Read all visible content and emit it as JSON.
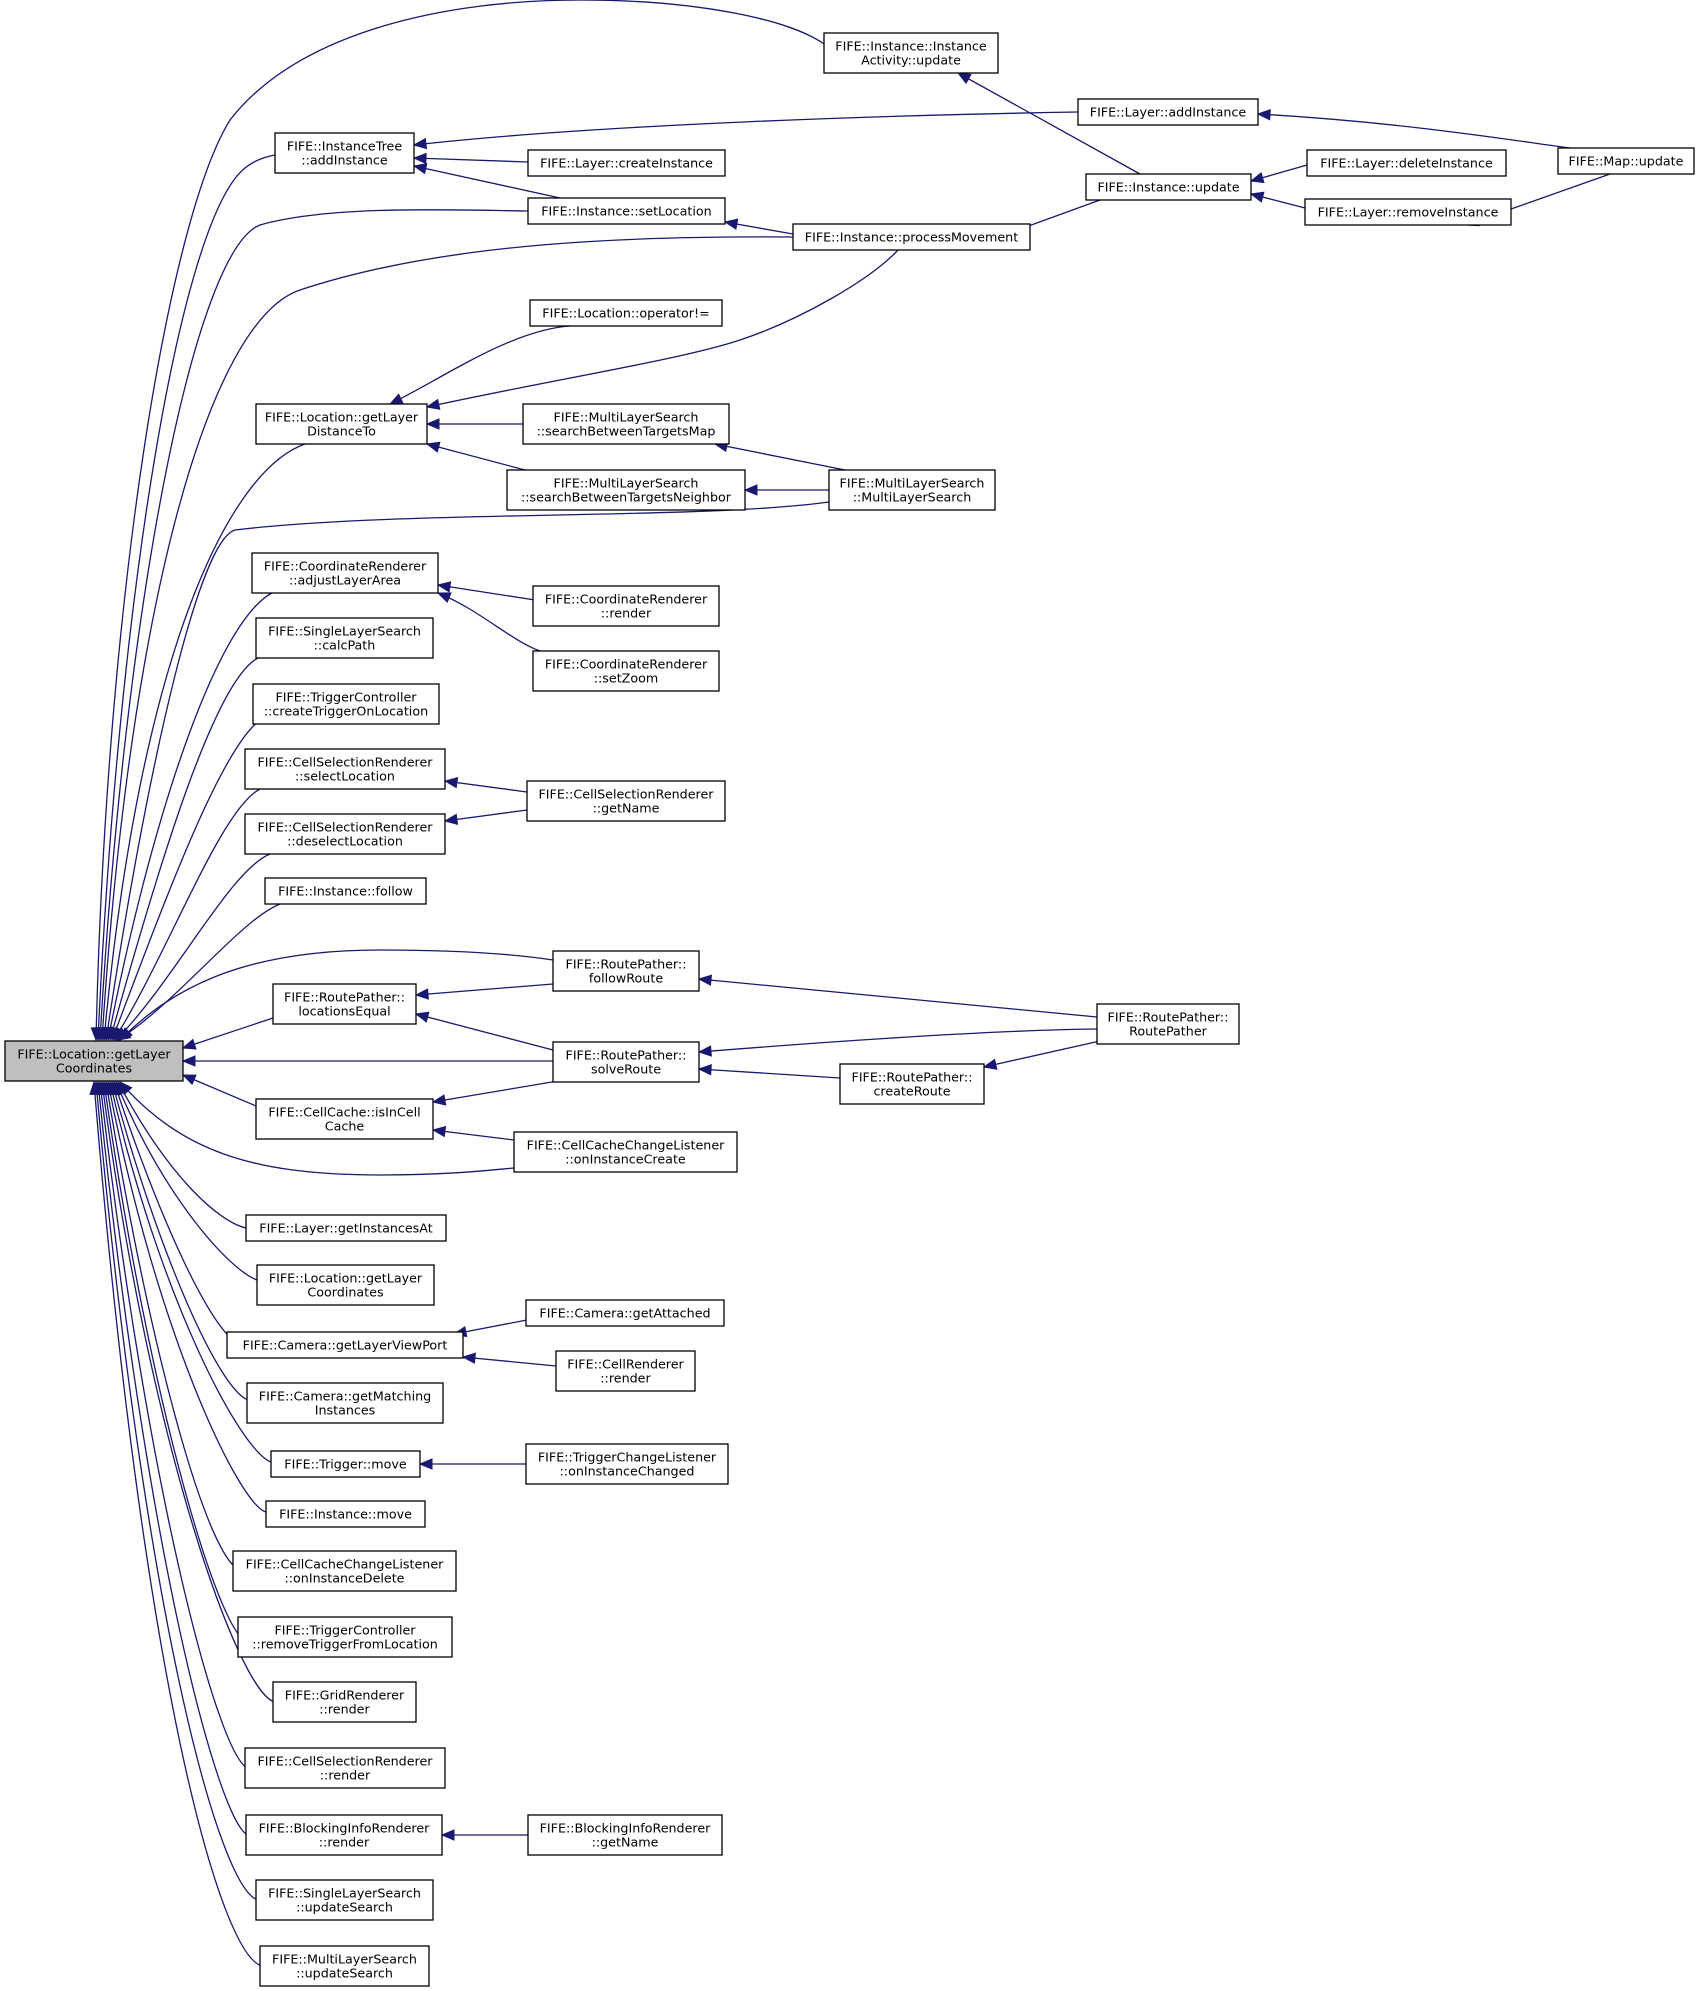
{
  "graph": {
    "edge_color": "#191970",
    "root_fill": "#bfbfbf",
    "nodes": [
      {
        "id": "root",
        "lines": [
          "FIFE::Location::getLayer",
          "Coordinates"
        ]
      },
      {
        "id": "iav_update",
        "lines": [
          "FIFE::Instance::Instance",
          "Activity::update"
        ]
      },
      {
        "id": "itree_add",
        "lines": [
          "FIFE::InstanceTree",
          "::addInstance"
        ]
      },
      {
        "id": "layer_create",
        "lines": [
          "FIFE::Layer::createInstance"
        ]
      },
      {
        "id": "layer_add",
        "lines": [
          "FIFE::Layer::addInstance"
        ]
      },
      {
        "id": "map_update",
        "lines": [
          "FIFE::Map::update"
        ]
      },
      {
        "id": "inst_update",
        "lines": [
          "FIFE::Instance::update"
        ]
      },
      {
        "id": "layer_delete",
        "lines": [
          "FIFE::Layer::deleteInstance"
        ]
      },
      {
        "id": "layer_remove",
        "lines": [
          "FIFE::Layer::removeInstance"
        ]
      },
      {
        "id": "inst_setloc",
        "lines": [
          "FIFE::Instance::setLocation"
        ]
      },
      {
        "id": "inst_procmove",
        "lines": [
          "FIFE::Instance::processMovement"
        ]
      },
      {
        "id": "loc_neq",
        "lines": [
          "FIFE::Location::operator!="
        ]
      },
      {
        "id": "loc_dist",
        "lines": [
          "FIFE::Location::getLayer",
          "DistanceTo"
        ]
      },
      {
        "id": "mls_btm",
        "lines": [
          "FIFE::MultiLayerSearch",
          "::searchBetweenTargetsMap"
        ]
      },
      {
        "id": "mls_btn",
        "lines": [
          "FIFE::MultiLayerSearch",
          "::searchBetweenTargetsNeighbor"
        ]
      },
      {
        "id": "mls_ctor",
        "lines": [
          "FIFE::MultiLayerSearch",
          "::MultiLayerSearch"
        ]
      },
      {
        "id": "coord_adjust",
        "lines": [
          "FIFE::CoordinateRenderer",
          "::adjustLayerArea"
        ]
      },
      {
        "id": "coord_render",
        "lines": [
          "FIFE::CoordinateRenderer",
          "::render"
        ]
      },
      {
        "id": "coord_zoom",
        "lines": [
          "FIFE::CoordinateRenderer",
          "::setZoom"
        ]
      },
      {
        "id": "sls_calc",
        "lines": [
          "FIFE::SingleLayerSearch",
          "::calcPath"
        ]
      },
      {
        "id": "tc_create",
        "lines": [
          "FIFE::TriggerController",
          "::createTriggerOnLocation"
        ]
      },
      {
        "id": "csr_select",
        "lines": [
          "FIFE::CellSelectionRenderer",
          "::selectLocation"
        ]
      },
      {
        "id": "csr_getname",
        "lines": [
          "FIFE::CellSelectionRenderer",
          "::getName"
        ]
      },
      {
        "id": "csr_deselect",
        "lines": [
          "FIFE::CellSelectionRenderer",
          "::deselectLocation"
        ]
      },
      {
        "id": "inst_follow",
        "lines": [
          "FIFE::Instance::follow"
        ]
      },
      {
        "id": "rp_follow",
        "lines": [
          "FIFE::RoutePather::",
          "followRoute"
        ]
      },
      {
        "id": "rp_loceq",
        "lines": [
          "FIFE::RoutePather::",
          "locationsEqual"
        ]
      },
      {
        "id": "rp_ctor",
        "lines": [
          "FIFE::RoutePather::",
          "RoutePather"
        ]
      },
      {
        "id": "rp_solve",
        "lines": [
          "FIFE::RoutePather::",
          "solveRoute"
        ]
      },
      {
        "id": "rp_create",
        "lines": [
          "FIFE::RoutePather::",
          "createRoute"
        ]
      },
      {
        "id": "cc_isin",
        "lines": [
          "FIFE::CellCache::isInCell",
          "Cache"
        ]
      },
      {
        "id": "cccl_create",
        "lines": [
          "FIFE::CellCacheChangeListener",
          "::onInstanceCreate"
        ]
      },
      {
        "id": "layer_getat",
        "lines": [
          "FIFE::Layer::getInstancesAt"
        ]
      },
      {
        "id": "loc_getcoords",
        "lines": [
          "FIFE::Location::getLayer",
          "Coordinates"
        ]
      },
      {
        "id": "cam_viewport",
        "lines": [
          "FIFE::Camera::getLayerViewPort"
        ]
      },
      {
        "id": "cam_attached",
        "lines": [
          "FIFE::Camera::getAttached"
        ]
      },
      {
        "id": "cellr_render",
        "lines": [
          "FIFE::CellRenderer",
          "::render"
        ]
      },
      {
        "id": "cam_matching",
        "lines": [
          "FIFE::Camera::getMatching",
          "Instances"
        ]
      },
      {
        "id": "trig_move",
        "lines": [
          "FIFE::Trigger::move"
        ]
      },
      {
        "id": "tcl_changed",
        "lines": [
          "FIFE::TriggerChangeListener",
          "::onInstanceChanged"
        ]
      },
      {
        "id": "inst_move",
        "lines": [
          "FIFE::Instance::move"
        ]
      },
      {
        "id": "cccl_delete",
        "lines": [
          "FIFE::CellCacheChangeListener",
          "::onInstanceDelete"
        ]
      },
      {
        "id": "tc_remove",
        "lines": [
          "FIFE::TriggerController",
          "::removeTriggerFromLocation"
        ]
      },
      {
        "id": "grid_render",
        "lines": [
          "FIFE::GridRenderer",
          "::render"
        ]
      },
      {
        "id": "csr_render",
        "lines": [
          "FIFE::CellSelectionRenderer",
          "::render"
        ]
      },
      {
        "id": "bir_render",
        "lines": [
          "FIFE::BlockingInfoRenderer",
          "::render"
        ]
      },
      {
        "id": "bir_getname",
        "lines": [
          "FIFE::BlockingInfoRenderer",
          "::getName"
        ]
      },
      {
        "id": "sls_update",
        "lines": [
          "FIFE::SingleLayerSearch",
          "::updateSearch"
        ]
      },
      {
        "id": "mls_update",
        "lines": [
          "FIFE::MultiLayerSearch",
          "::updateSearch"
        ]
      }
    ]
  }
}
